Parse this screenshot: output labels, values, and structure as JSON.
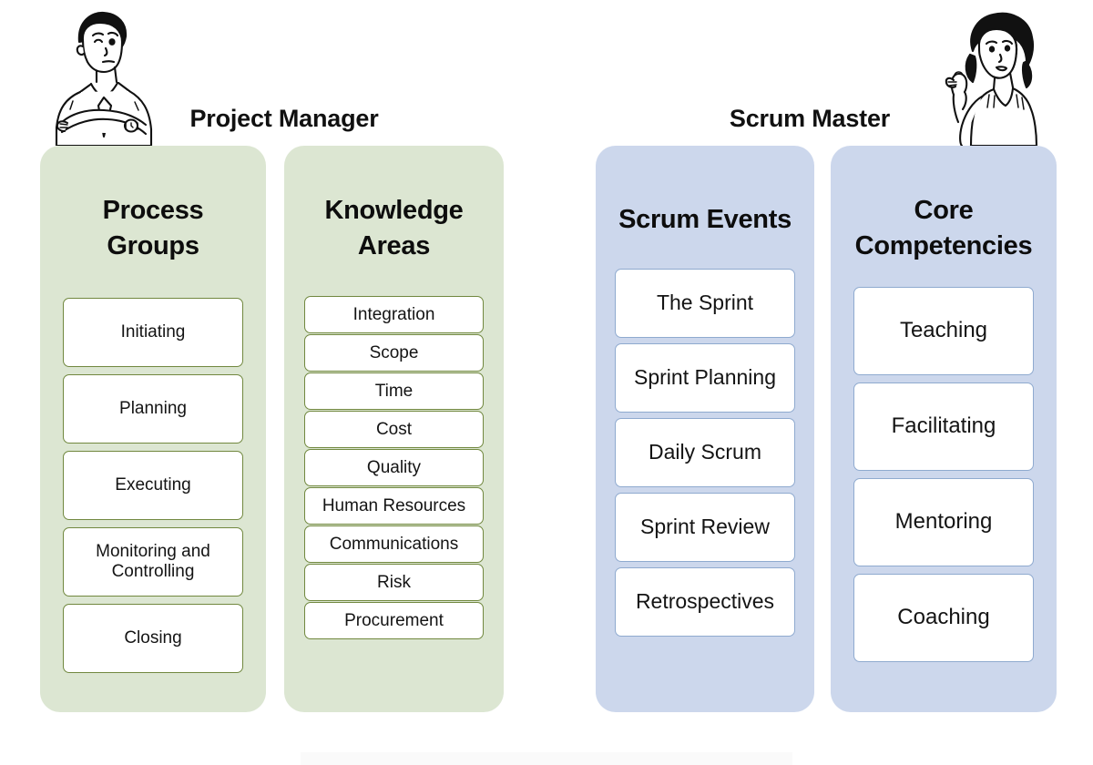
{
  "diagram": {
    "title_left": "Project Manager",
    "title_right": "Scrum Master",
    "colors": {
      "green_panel": "#dce6d2",
      "blue_panel": "#ccd7ec",
      "green_border": "#71883f",
      "blue_border": "#8faacf",
      "box_fill": "#ffffff",
      "text": "#141414",
      "background": "#ffffff"
    }
  },
  "roles": [
    {
      "name": "Project Manager",
      "avatar": "man-arms-crossed-illustration",
      "theme": "green",
      "columns": [
        {
          "title": "Process Groups",
          "title_line1": "Process",
          "title_line2": "Groups",
          "items": [
            "Initiating",
            "Planning",
            "Executing",
            "Monitoring and Controlling",
            "Closing"
          ]
        },
        {
          "title": "Knowledge Areas",
          "title_line1": "Knowledge",
          "title_line2": "Areas",
          "items": [
            "Integration",
            "Scope",
            "Time",
            "Cost",
            "Quality",
            "Human Resources",
            "Communications",
            "Risk",
            "Procurement"
          ]
        }
      ]
    },
    {
      "name": "Scrum Master",
      "avatar": "woman-pointing-illustration",
      "theme": "blue",
      "columns": [
        {
          "title": "Scrum Events",
          "title_line1": "Scrum Events",
          "title_line2": "",
          "items": [
            "The Sprint",
            "Sprint Planning",
            "Daily Scrum",
            "Sprint Review",
            "Retrospectives"
          ]
        },
        {
          "title": "Core Competencies",
          "title_line1": "Core",
          "title_line2": "Competencies",
          "items": [
            "Teaching",
            "Facilitating",
            "Mentoring",
            "Coaching"
          ]
        }
      ]
    }
  ]
}
